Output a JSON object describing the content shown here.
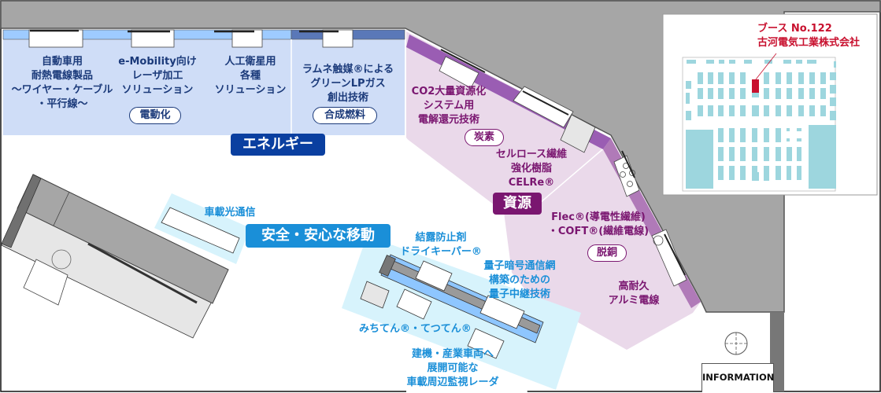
{
  "map": {
    "zones": {
      "energy": {
        "category_label": "エネルギー",
        "color": "#0a3fa0",
        "booths": [
          {
            "label": "自動車用\n耐熱電線製品\n〜ワイヤー・ケーブル\n・平行線〜"
          },
          {
            "label": "e-Mobility向け\nレーザ加工\nソリューション"
          },
          {
            "label": "人工衛星用\n各種\nソリューション"
          },
          {
            "label": "ラムネ触媒®による\nグリーンLPガス\n創出技術"
          }
        ],
        "tags": [
          "電動化",
          "合成燃料"
        ]
      },
      "resources": {
        "category_label": "資源",
        "color": "#7a1670",
        "booths": [
          {
            "label": "CO2大量資源化\nシステム用\n電解還元技術"
          },
          {
            "label": "セルロース繊維\n強化樹脂\nCELRe®"
          },
          {
            "label": "Flec®(導電性繊維)\n・COFT®(繊維電線)"
          },
          {
            "label": "高耐久\nアルミ電線"
          }
        ],
        "tags": [
          "炭素",
          "脱銅"
        ]
      },
      "mobility": {
        "category_label": "安全・安心な移動",
        "color": "#1a8fd8",
        "booths": [
          {
            "label": "車載光通信"
          },
          {
            "label": "結露防止剤\nドライキーパー®"
          },
          {
            "label": "量子暗号通信網\n構築のための\n量子中継技術"
          },
          {
            "label": "みちてん®・てつてん®"
          },
          {
            "label": "建機・産業車両へ\n展開可能な\n車載周辺監視レーダ"
          }
        ]
      }
    },
    "information_label": "INFORMATION",
    "inset": {
      "booth_number": "ブース No.122",
      "company": "古河電気工業株式会社",
      "highlight_color": "#c8102e"
    }
  }
}
